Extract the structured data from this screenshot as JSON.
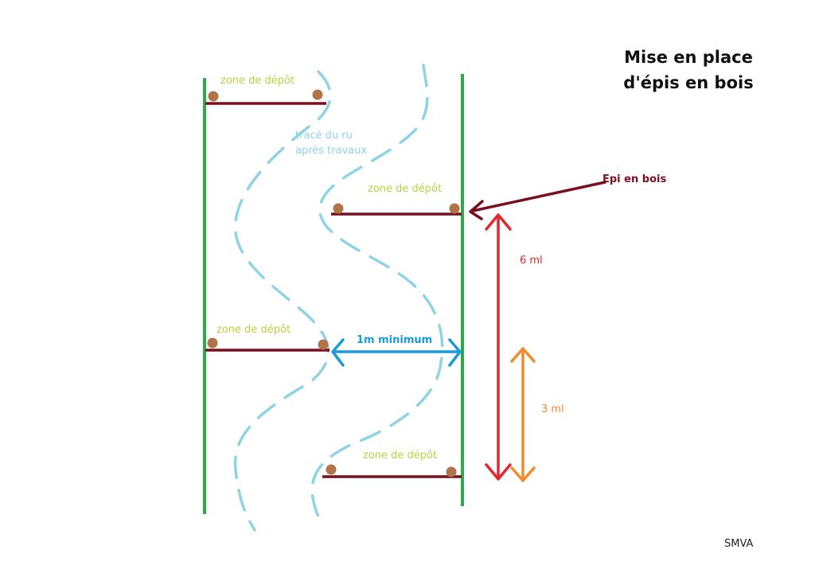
{
  "title": {
    "line1": "Mise en place",
    "line2": "d'épis en bois"
  },
  "labels": {
    "zone": [
      "zone de dépôt",
      "zone de dépôt",
      "zone de dépôt",
      "zone de dépôt"
    ],
    "channel_line1": "tracé du ru",
    "channel_line2": "après travaux",
    "epi": "Epi en bois",
    "minimum": "1m minimum",
    "six": "6 ml",
    "three": "3 ml",
    "credit": "SMVA"
  },
  "colors": {
    "bank": "#2eaa4a",
    "epi": "#7a0f1f",
    "post": "#b07448",
    "channel": "#8fd3e6",
    "zone_text": "#b5d33e",
    "minimum": "#1a9ad6",
    "six": "#e0282e",
    "three": "#f08a2c"
  }
}
